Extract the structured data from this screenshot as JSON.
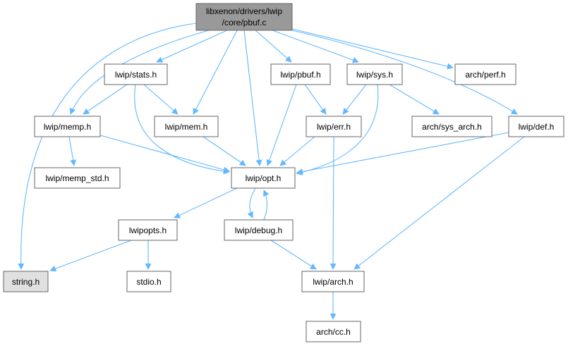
{
  "colors": {
    "edge": "#63b8ff",
    "node_fill": "#ffffff",
    "node_border": "#666666",
    "root_fill": "#999999",
    "root_border": "#666666",
    "external_fill": "#e0e0e0",
    "external_border": "#999999"
  },
  "nodes": {
    "root": {
      "lines": [
        "libxenon/drivers/lwip",
        "/core/pbuf.c"
      ],
      "style": "root"
    },
    "string": {
      "lines": [
        "string.h"
      ],
      "style": "external"
    },
    "stats": {
      "lines": [
        "lwip/stats.h"
      ],
      "style": "normal"
    },
    "pbufh": {
      "lines": [
        "lwip/pbuf.h"
      ],
      "style": "normal"
    },
    "sys": {
      "lines": [
        "lwip/sys.h"
      ],
      "style": "normal"
    },
    "perf": {
      "lines": [
        "arch/perf.h"
      ],
      "style": "normal"
    },
    "memp": {
      "lines": [
        "lwip/memp.h"
      ],
      "style": "normal"
    },
    "mem": {
      "lines": [
        "lwip/mem.h"
      ],
      "style": "normal"
    },
    "err": {
      "lines": [
        "lwip/err.h"
      ],
      "style": "normal"
    },
    "sysarch": {
      "lines": [
        "arch/sys_arch.h"
      ],
      "style": "normal"
    },
    "def": {
      "lines": [
        "lwip/def.h"
      ],
      "style": "normal"
    },
    "mempstd": {
      "lines": [
        "lwip/memp_std.h"
      ],
      "style": "normal"
    },
    "opt": {
      "lines": [
        "lwip/opt.h"
      ],
      "style": "normal"
    },
    "lwipopts": {
      "lines": [
        "lwipopts.h"
      ],
      "style": "normal"
    },
    "debug": {
      "lines": [
        "lwip/debug.h"
      ],
      "style": "normal"
    },
    "stdio": {
      "lines": [
        "stdio.h"
      ],
      "style": "normal"
    },
    "arch": {
      "lines": [
        "lwip/arch.h"
      ],
      "style": "normal"
    },
    "cc": {
      "lines": [
        "arch/cc.h"
      ],
      "style": "normal"
    }
  },
  "edges": [
    [
      "root",
      "string"
    ],
    [
      "root",
      "memp"
    ],
    [
      "root",
      "stats"
    ],
    [
      "root",
      "mem"
    ],
    [
      "root",
      "opt"
    ],
    [
      "root",
      "pbufh"
    ],
    [
      "root",
      "sys"
    ],
    [
      "root",
      "perf"
    ],
    [
      "root",
      "def"
    ],
    [
      "stats",
      "memp"
    ],
    [
      "stats",
      "mem"
    ],
    [
      "stats",
      "opt"
    ],
    [
      "pbufh",
      "opt"
    ],
    [
      "pbufh",
      "err"
    ],
    [
      "sys",
      "err"
    ],
    [
      "sys",
      "sysarch"
    ],
    [
      "sys",
      "opt"
    ],
    [
      "memp",
      "mempstd"
    ],
    [
      "memp",
      "opt"
    ],
    [
      "mem",
      "opt"
    ],
    [
      "err",
      "opt"
    ],
    [
      "err",
      "arch"
    ],
    [
      "def",
      "opt"
    ],
    [
      "def",
      "arch"
    ],
    [
      "opt",
      "lwipopts"
    ],
    [
      "opt",
      "debug"
    ],
    [
      "debug",
      "opt"
    ],
    [
      "debug",
      "arch"
    ],
    [
      "lwipopts",
      "string"
    ],
    [
      "lwipopts",
      "stdio"
    ],
    [
      "arch",
      "cc"
    ]
  ]
}
